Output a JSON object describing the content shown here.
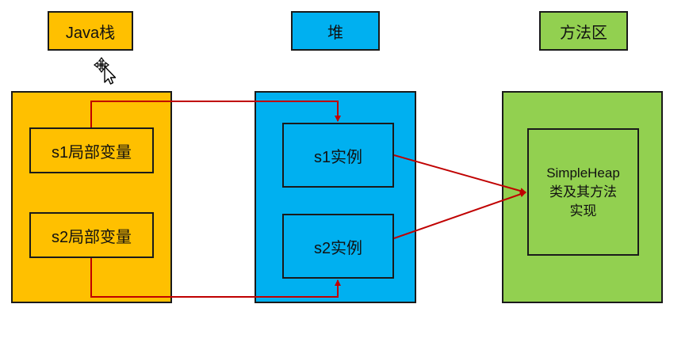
{
  "labels": {
    "stack": "Java栈",
    "heap": "堆",
    "method_area": "方法区"
  },
  "stack": {
    "var1": "s1局部变量",
    "var2": "s2局部变量"
  },
  "heap": {
    "inst1": "s1实例",
    "inst2": "s2实例"
  },
  "method_area": {
    "line1": "SimpleHeap",
    "line2": "类及其方法",
    "line3": "实现"
  },
  "colors": {
    "stack": "#FFC000",
    "heap": "#00B0F0",
    "method_area": "#92D050",
    "arrow": "#C00000",
    "border": "#1a1a1a"
  },
  "icons": {
    "cursor": "move-cursor-icon"
  }
}
